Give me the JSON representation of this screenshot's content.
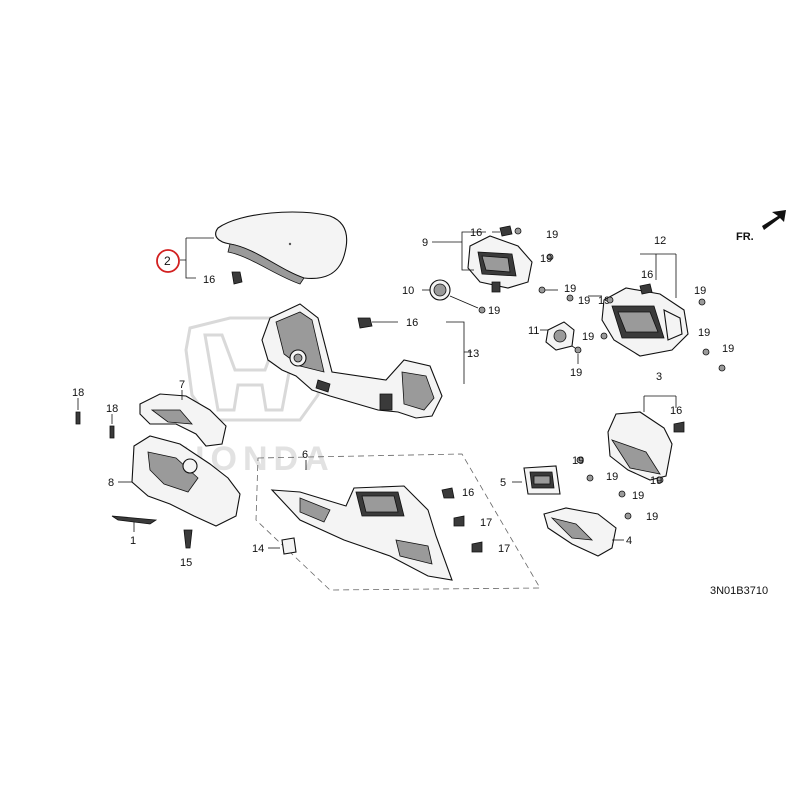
{
  "diagram": {
    "drawing_code": "3N01B3710",
    "front_marker": "FR.",
    "highlight_color": "#d22020",
    "highlighted_callout": "2",
    "watermark_logo": "HONDA",
    "callouts": {
      "c1": "1",
      "c2": "2",
      "c3": "3",
      "c4": "4",
      "c5": "5",
      "c6": "6",
      "c7": "7",
      "c8": "8",
      "c9": "9",
      "c10": "10",
      "c11": "11",
      "c12": "12",
      "c13": "13",
      "c14": "14",
      "c15": "15",
      "c16": "16",
      "c17": "17",
      "c18": "18",
      "c19": "19"
    }
  }
}
